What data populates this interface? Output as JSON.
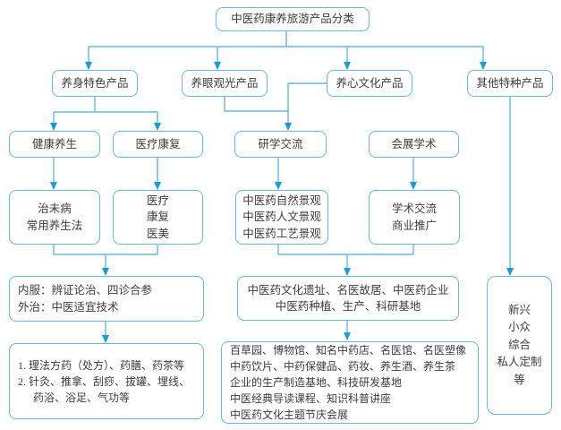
{
  "diagram": {
    "title": "中医药康养旅游产品分类",
    "colors": {
      "line": "#63b9dc",
      "arrow": "#1b9cd8",
      "text": "#3c3c3c",
      "box_bg": "#ffffff"
    },
    "nodes": {
      "root": {
        "lines": [
          "中医药康养旅游产品分类"
        ]
      },
      "yangshen": {
        "lines": [
          "养身特色产品"
        ]
      },
      "yangyan": {
        "lines": [
          "养眼观光产品"
        ]
      },
      "yangxin": {
        "lines": [
          "养心文化产品"
        ]
      },
      "qita": {
        "lines": [
          "其他特种产品"
        ]
      },
      "jiankang": {
        "lines": [
          "健康养生"
        ]
      },
      "yiliao": {
        "lines": [
          "医疗康复"
        ]
      },
      "yanxue": {
        "lines": [
          "研学交流"
        ]
      },
      "huizhan": {
        "lines": [
          "会展学术"
        ]
      },
      "zhiweibing": {
        "lines": [
          "治未病",
          "常用养生法"
        ]
      },
      "yiliao_kangfu": {
        "lines": [
          "医疗",
          "康复",
          "医美"
        ]
      },
      "jingguan": {
        "lines": [
          "中医药自然景观",
          "中医药人文景观",
          "中医药工艺景观"
        ]
      },
      "xueshu": {
        "lines": [
          "学术交流",
          "商业推广"
        ]
      },
      "neifu": {
        "lines": [
          "内服：辨证论治、四诊合参",
          "外治：中医适宜技术"
        ]
      },
      "yizhi": {
        "lines": [
          "中医药文化遗址、名医故居、中医药企业",
          "中医药种植、生产、科研基地"
        ]
      },
      "lifa": {
        "lines": [
          "1. 理法方药（处方）、药膳、药茶等",
          "2. 针灸、推拿、刮痧、拔罐、埋线、",
          "药浴、浴足、气功等"
        ]
      },
      "baicao": {
        "lines": [
          "百草园、博物馆、知名中药店、名医馆、名医塑像",
          "中药饮片、中药保健品、药妆、养生酒、养生茶",
          "企业的生产制造基地、科技研发基地",
          "中医经典导读课程、知识科普讲座",
          "中医药文化主题节庆会展"
        ]
      },
      "xinxing": {
        "lines": [
          "新兴",
          "小众",
          "综合",
          "私人定制",
          "等"
        ]
      }
    },
    "edges": [
      {
        "from": "root",
        "to": "yangshen"
      },
      {
        "from": "root",
        "to": "yangyan"
      },
      {
        "from": "root",
        "to": "yangxin"
      },
      {
        "from": "root",
        "to": "qita"
      },
      {
        "from": "yangshen",
        "to": "jiankang"
      },
      {
        "from": "yangshen",
        "to": "yiliao"
      },
      {
        "from": "yangyan",
        "to": "yanxue"
      },
      {
        "from": "yangxin",
        "to": "yanxue"
      },
      {
        "from": "jiankang",
        "to": "zhiweibing"
      },
      {
        "from": "yiliao",
        "to": "yiliao_kangfu"
      },
      {
        "from": "yanxue",
        "to": "jingguan"
      },
      {
        "from": "huizhan",
        "to": "xueshu"
      },
      {
        "from": "zhiweibing",
        "to": "neifu"
      },
      {
        "from": "yiliao_kangfu",
        "to": "neifu"
      },
      {
        "from": "jingguan",
        "to": "yizhi"
      },
      {
        "from": "xueshu",
        "to": "yizhi"
      },
      {
        "from": "neifu",
        "to": "lifa"
      },
      {
        "from": "yizhi",
        "to": "baicao"
      },
      {
        "from": "qita",
        "to": "xinxing"
      }
    ]
  }
}
